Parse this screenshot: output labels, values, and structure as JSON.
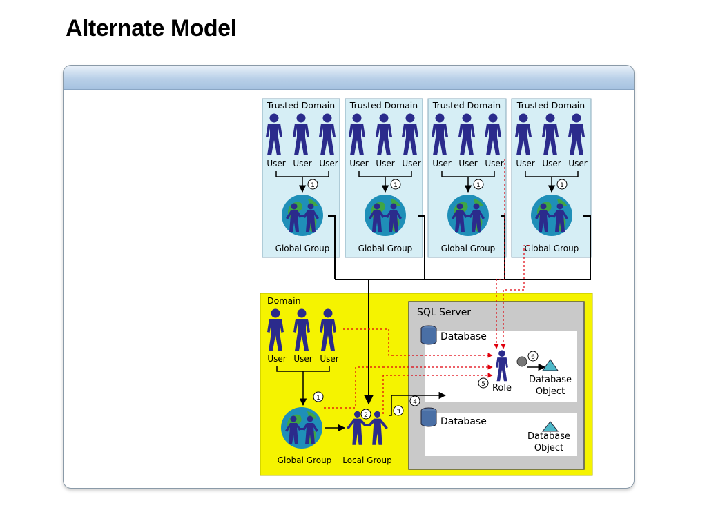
{
  "title": "Alternate Model",
  "trusted_domains": [
    {
      "label": "Trusted Domain",
      "users": [
        "User",
        "User",
        "User"
      ],
      "step": "1",
      "group": "Global Group"
    },
    {
      "label": "Trusted Domain",
      "users": [
        "User",
        "User",
        "User"
      ],
      "step": "1",
      "group": "Global Group"
    },
    {
      "label": "Trusted Domain",
      "users": [
        "User",
        "User",
        "User"
      ],
      "step": "1",
      "group": "Global Group"
    },
    {
      "label": "Trusted Domain",
      "users": [
        "User",
        "User",
        "User"
      ],
      "step": "1",
      "group": "Global Group"
    }
  ],
  "domain": {
    "label": "Domain",
    "users": [
      "User",
      "User",
      "User"
    ],
    "global_group": "Global Group",
    "local_group": "Local Group"
  },
  "sql_server": {
    "label": "SQL Server",
    "database1": "Database",
    "database2": "Database",
    "role": "Role",
    "db_object_line1": "Database",
    "db_object_line2": "Object",
    "db_object2_line1": "Database",
    "db_object2_line2": "Object"
  },
  "steps": {
    "s1": "1",
    "s2": "2",
    "s3": "3",
    "s4": "4",
    "s5": "5",
    "s6": "6"
  },
  "colors": {
    "user_blue": "#2b2b8c",
    "trusted_bg": "#d6eef5",
    "domain_bg": "#f5f300",
    "sql_bg": "#c9c9c9",
    "dashed_red": "#e0000c"
  }
}
